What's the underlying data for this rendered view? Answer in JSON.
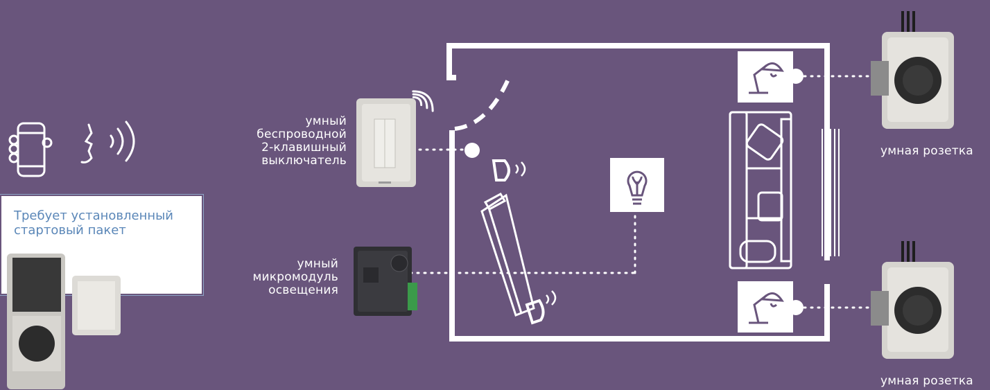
{
  "labels": {
    "switch": [
      "умный",
      "беспроводной",
      "2-клавишный",
      "выключатель"
    ],
    "micromodule": [
      "умный",
      "микромодуль",
      "освещения"
    ],
    "socket_top": "умная розетка",
    "socket_bottom": "умная розетка"
  },
  "starter_pack": {
    "line1": "Требует установленный",
    "line2": "стартовый пакет"
  },
  "icons": [
    "smartphone-icon",
    "voice-assistant-icon",
    "light-bulb-icon",
    "desk-lamp-icon",
    "sofa-icon",
    "tv-icon",
    "remote-icon"
  ],
  "colors": {
    "background": "#69557c",
    "lines": "#ffffff",
    "starter_text": "#5b87b8"
  }
}
